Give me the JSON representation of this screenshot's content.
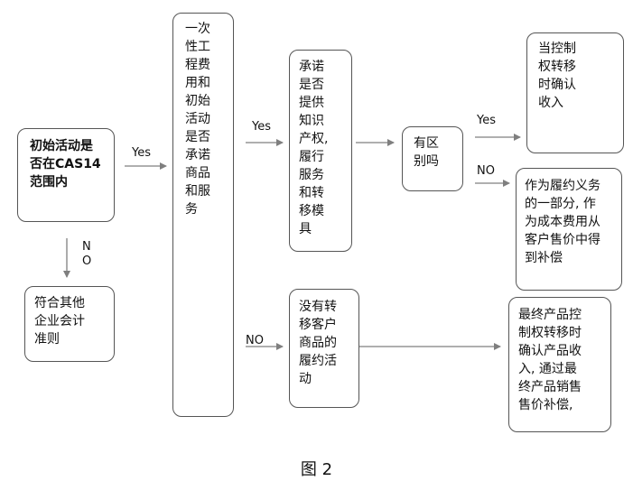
{
  "boxes": {
    "start": "初始活动是\n否在CAS14\n范围内",
    "other_standards": "符合其他\n企业会计\n准则",
    "one_time_fee": "一次\n性工\n程费\n用和\n初始\n活动\n是否\n承诺\n商品\n和服\n务",
    "ip_promise": "承诺\n是否\n提供\n知识\n产权,\n履行\n服务\n和转\n移模\n具",
    "distinct": "有区\n别吗",
    "control_transfer": "当控制\n权转移\n时确认\n收入",
    "performance_obligation": "作为履约义务\n的一部分, 作\n为成本费用从\n客户售价中得\n到补偿",
    "no_transfer": "没有转\n移客户\n商品的\n履约活\n动",
    "final_product": "最终产品控\n制权转移时\n确认产品收\n入, 通过最\n终产品销售\n售价补偿,"
  },
  "labels": {
    "yes_1": "Yes",
    "no_down": "N\nO",
    "yes_2": "Yes",
    "no_2": "NO",
    "yes_3": "Yes",
    "no_3": "NO"
  },
  "caption": "图 2",
  "colors": {
    "line": "#7f7f7f",
    "border": "#555555"
  }
}
